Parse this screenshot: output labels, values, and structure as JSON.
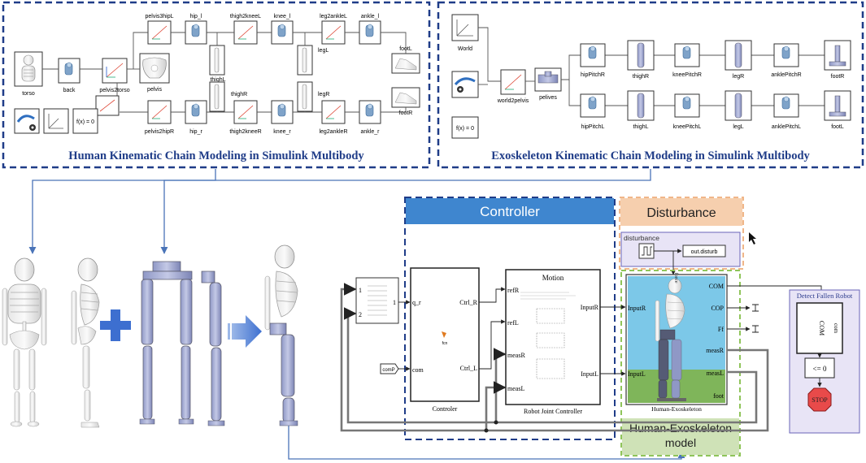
{
  "human_panel": {
    "title": "Human Kinematic Chain Modeling in Simulink Multibody",
    "blocks": [
      "torso",
      "back",
      "pelvis2torso",
      "pelvis",
      "pelvis3hipL",
      "hip_l",
      "thigh2kneeL",
      "knee_l",
      "leg2ankleL",
      "ankle_l",
      "thighL",
      "legL",
      "footL",
      "pelvis2hipR",
      "hip_r",
      "thigh2kneeR",
      "knee_r",
      "leg2ankleR",
      "ankle_r",
      "thighR",
      "legR",
      "footR"
    ],
    "fx": "f(x) = 0"
  },
  "exo_panel": {
    "title": "Exoskeleton Kinematic Chain Modeling in Simulink Multibody",
    "world": "World",
    "world2pelvis": "world2pelvis",
    "pelives": "pelives",
    "fx": "f(x) = 0",
    "right_chain": [
      "hipPitchR",
      "thighR",
      "kneePitchR",
      "legR",
      "anklePitchR",
      "footR"
    ],
    "left_chain": [
      "hipPitchL",
      "thighL",
      "kneePitchL",
      "legL",
      "anklePitchL",
      "footL"
    ]
  },
  "controller": {
    "title": "Controller",
    "block_name": "Controler",
    "in_qr": "q_r",
    "in_com": "com",
    "out_ctrl_r": "Ctrl_R",
    "out_ctrl_l": "Ctrl_L",
    "fcn": "fcn",
    "comp_tag": "comP",
    "mux_1": "1",
    "mux_2": "2",
    "mux_out": "1"
  },
  "motion": {
    "title": "Motion",
    "block_name": "Robot Joint Controller",
    "ports_in": [
      "refR",
      "refL",
      "measR",
      "measL"
    ],
    "ports_out": [
      "InputR",
      "InputL"
    ]
  },
  "disturbance": {
    "title": "Disturbance",
    "label": "disturbance",
    "out": "out.disturb"
  },
  "he_model": {
    "title_line1": "Human-Exoskeleton",
    "title_line2": "model",
    "block_name": "Human-Exoskeleton",
    "in_ports": [
      "InputR",
      "InputL"
    ],
    "out_ports": [
      "COM",
      "COP",
      "Ff",
      "measR",
      "measL",
      "foot"
    ],
    "force_label": "force"
  },
  "detect": {
    "title": "Detect Fallen Robot",
    "com_label": "COM",
    "com_port": "com",
    "cmp": "<= 0",
    "stop": "STOP"
  },
  "colors": {
    "dark_blue": "#1f3c88",
    "controller_blue": "#3f86cf",
    "disturb_orange": "#f6cfae",
    "model_green": "#cfe2b7",
    "detect_purple": "#e8e4f6",
    "stop_red": "#e84a4a",
    "arrow_blue": "#4a74b8"
  }
}
